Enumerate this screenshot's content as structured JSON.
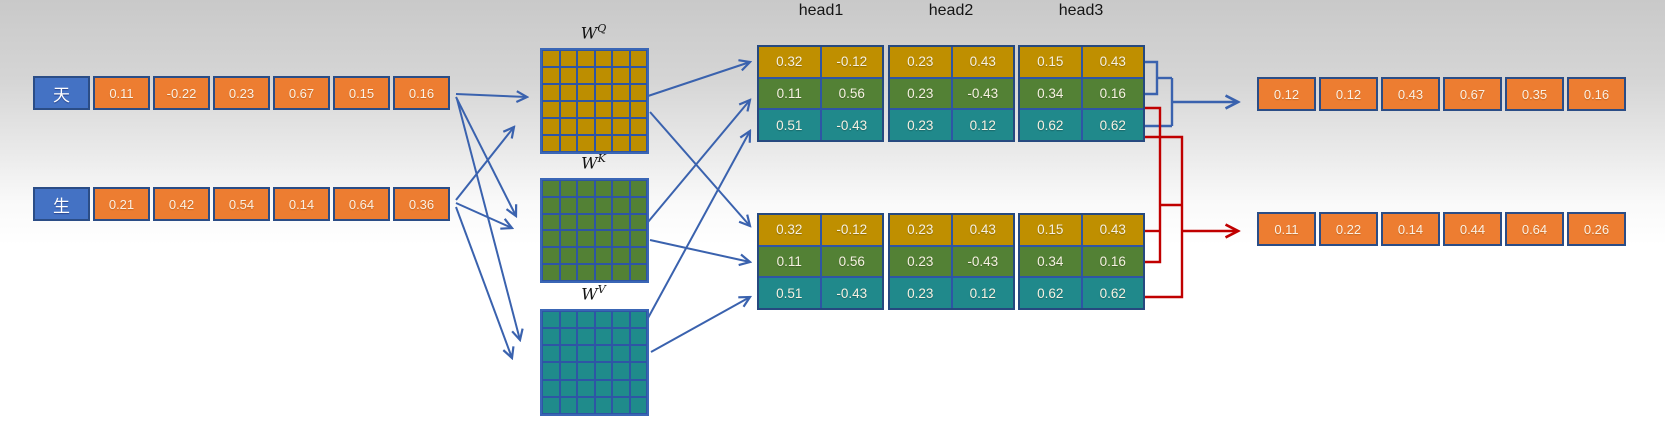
{
  "tokens": [
    {
      "label": "天",
      "values": [
        "0.11",
        "-0.22",
        "0.23",
        "0.67",
        "0.15",
        "0.16"
      ]
    },
    {
      "label": "生",
      "values": [
        "0.21",
        "0.42",
        "0.54",
        "0.14",
        "0.64",
        "0.36"
      ]
    }
  ],
  "weights": {
    "q": {
      "base": "W",
      "sup": "Q"
    },
    "k": {
      "base": "W",
      "sup": "K"
    },
    "v": {
      "base": "W",
      "sup": "V"
    }
  },
  "head_labels": [
    "head1",
    "head2",
    "head3"
  ],
  "groups": [
    {
      "heads": [
        {
          "rows": [
            [
              "0.32",
              "-0.12"
            ],
            [
              "0.11",
              "0.56"
            ],
            [
              "0.51",
              "-0.43"
            ]
          ]
        },
        {
          "rows": [
            [
              "0.23",
              "0.43"
            ],
            [
              "0.23",
              "-0.43"
            ],
            [
              "0.23",
              "0.12"
            ]
          ]
        },
        {
          "rows": [
            [
              "0.15",
              "0.43"
            ],
            [
              "0.34",
              "0.16"
            ],
            [
              "0.62",
              "0.62"
            ]
          ]
        }
      ]
    },
    {
      "heads": [
        {
          "rows": [
            [
              "0.32",
              "-0.12"
            ],
            [
              "0.11",
              "0.56"
            ],
            [
              "0.51",
              "-0.43"
            ]
          ]
        },
        {
          "rows": [
            [
              "0.23",
              "0.43"
            ],
            [
              "0.23",
              "-0.43"
            ],
            [
              "0.23",
              "0.12"
            ]
          ]
        },
        {
          "rows": [
            [
              "0.15",
              "0.43"
            ],
            [
              "0.34",
              "0.16"
            ],
            [
              "0.62",
              "0.62"
            ]
          ]
        }
      ]
    }
  ],
  "outputs": [
    {
      "values": [
        "0.12",
        "0.12",
        "0.43",
        "0.67",
        "0.35",
        "0.16"
      ]
    },
    {
      "values": [
        "0.11",
        "0.22",
        "0.14",
        "0.44",
        "0.64",
        "0.26"
      ]
    }
  ],
  "colors": {
    "cell_orange": "#ED7D31",
    "token_blue": "#4472C4",
    "gold": "#BF8F00",
    "green": "#538135",
    "teal": "#20898B",
    "grid_blue": "#2E55A5",
    "arrow_blue": "#3A62AE",
    "arrow_red": "#C00000"
  }
}
